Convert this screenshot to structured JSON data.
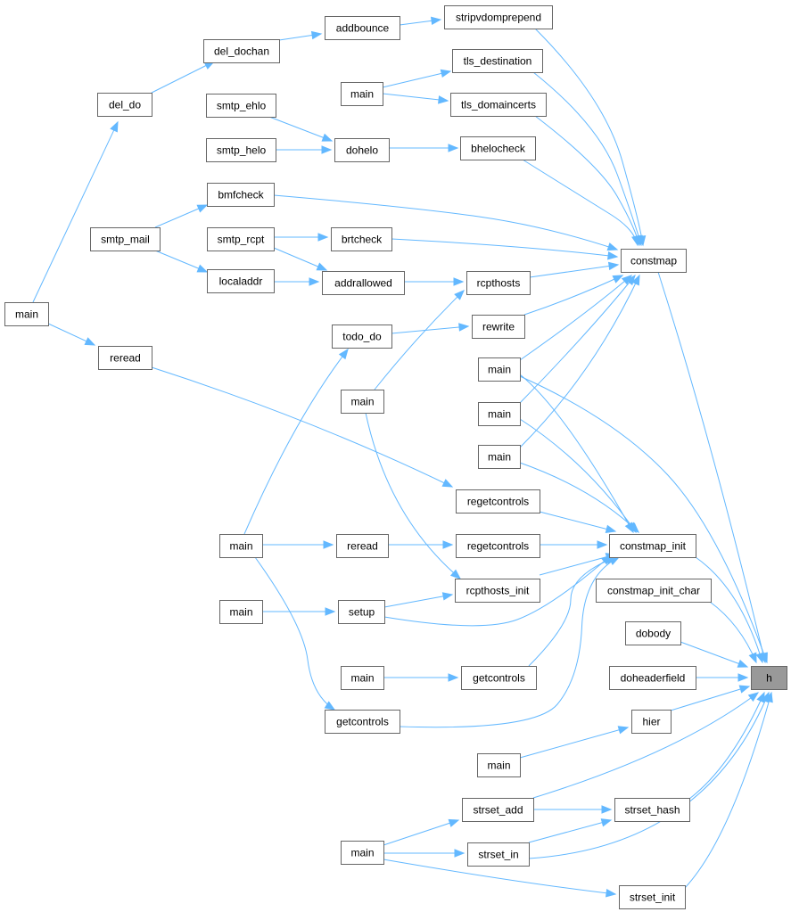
{
  "graph": {
    "colors": {
      "edge": "#63b8ff",
      "node_border": "#666666",
      "node_fill": "#ffffff",
      "target_fill": "#999999"
    },
    "nodes": [
      {
        "id": "main_l",
        "label": "main"
      },
      {
        "id": "del_do",
        "label": "del_do"
      },
      {
        "id": "del_dochan",
        "label": "del_dochan"
      },
      {
        "id": "addbounce",
        "label": "addbounce"
      },
      {
        "id": "stripvdomprepend",
        "label": "stripvdomprepend"
      },
      {
        "id": "main_tls",
        "label": "main"
      },
      {
        "id": "tls_destination",
        "label": "tls_destination"
      },
      {
        "id": "tls_domaincerts",
        "label": "tls_domaincerts"
      },
      {
        "id": "smtp_ehlo",
        "label": "smtp_ehlo"
      },
      {
        "id": "smtp_helo",
        "label": "smtp_helo"
      },
      {
        "id": "dohelo",
        "label": "dohelo"
      },
      {
        "id": "bhelocheck",
        "label": "bhelocheck"
      },
      {
        "id": "bmfcheck",
        "label": "bmfcheck"
      },
      {
        "id": "smtp_mail",
        "label": "smtp_mail"
      },
      {
        "id": "smtp_rcpt",
        "label": "smtp_rcpt"
      },
      {
        "id": "brtcheck",
        "label": "brtcheck"
      },
      {
        "id": "localaddr",
        "label": "localaddr"
      },
      {
        "id": "addrallowed",
        "label": "addrallowed"
      },
      {
        "id": "rcpthosts",
        "label": "rcpthosts"
      },
      {
        "id": "constmap",
        "label": "constmap"
      },
      {
        "id": "reread_l",
        "label": "reread"
      },
      {
        "id": "todo_do",
        "label": "todo_do"
      },
      {
        "id": "rewrite",
        "label": "rewrite"
      },
      {
        "id": "main_mid",
        "label": "main"
      },
      {
        "id": "main_a",
        "label": "main"
      },
      {
        "id": "main_b",
        "label": "main"
      },
      {
        "id": "main_c",
        "label": "main"
      },
      {
        "id": "regetcontrols_a",
        "label": "regetcontrols"
      },
      {
        "id": "main_big",
        "label": "main"
      },
      {
        "id": "reread_m",
        "label": "reread"
      },
      {
        "id": "regetcontrols_b",
        "label": "regetcontrols"
      },
      {
        "id": "constmap_init",
        "label": "constmap_init"
      },
      {
        "id": "rcpthosts_init",
        "label": "rcpthosts_init"
      },
      {
        "id": "constmap_init_char",
        "label": "constmap_init_char"
      },
      {
        "id": "main_setup",
        "label": "main"
      },
      {
        "id": "setup",
        "label": "setup"
      },
      {
        "id": "dobody",
        "label": "dobody"
      },
      {
        "id": "main_gc",
        "label": "main"
      },
      {
        "id": "getcontrols_a",
        "label": "getcontrols"
      },
      {
        "id": "doheaderfield",
        "label": "doheaderfield"
      },
      {
        "id": "h",
        "label": "h"
      },
      {
        "id": "getcontrols_b",
        "label": "getcontrols"
      },
      {
        "id": "hier",
        "label": "hier"
      },
      {
        "id": "main_hier",
        "label": "main"
      },
      {
        "id": "strset_add",
        "label": "strset_add"
      },
      {
        "id": "strset_hash",
        "label": "strset_hash"
      },
      {
        "id": "main_ss",
        "label": "main"
      },
      {
        "id": "strset_in",
        "label": "strset_in"
      },
      {
        "id": "strset_init",
        "label": "strset_init"
      }
    ]
  }
}
